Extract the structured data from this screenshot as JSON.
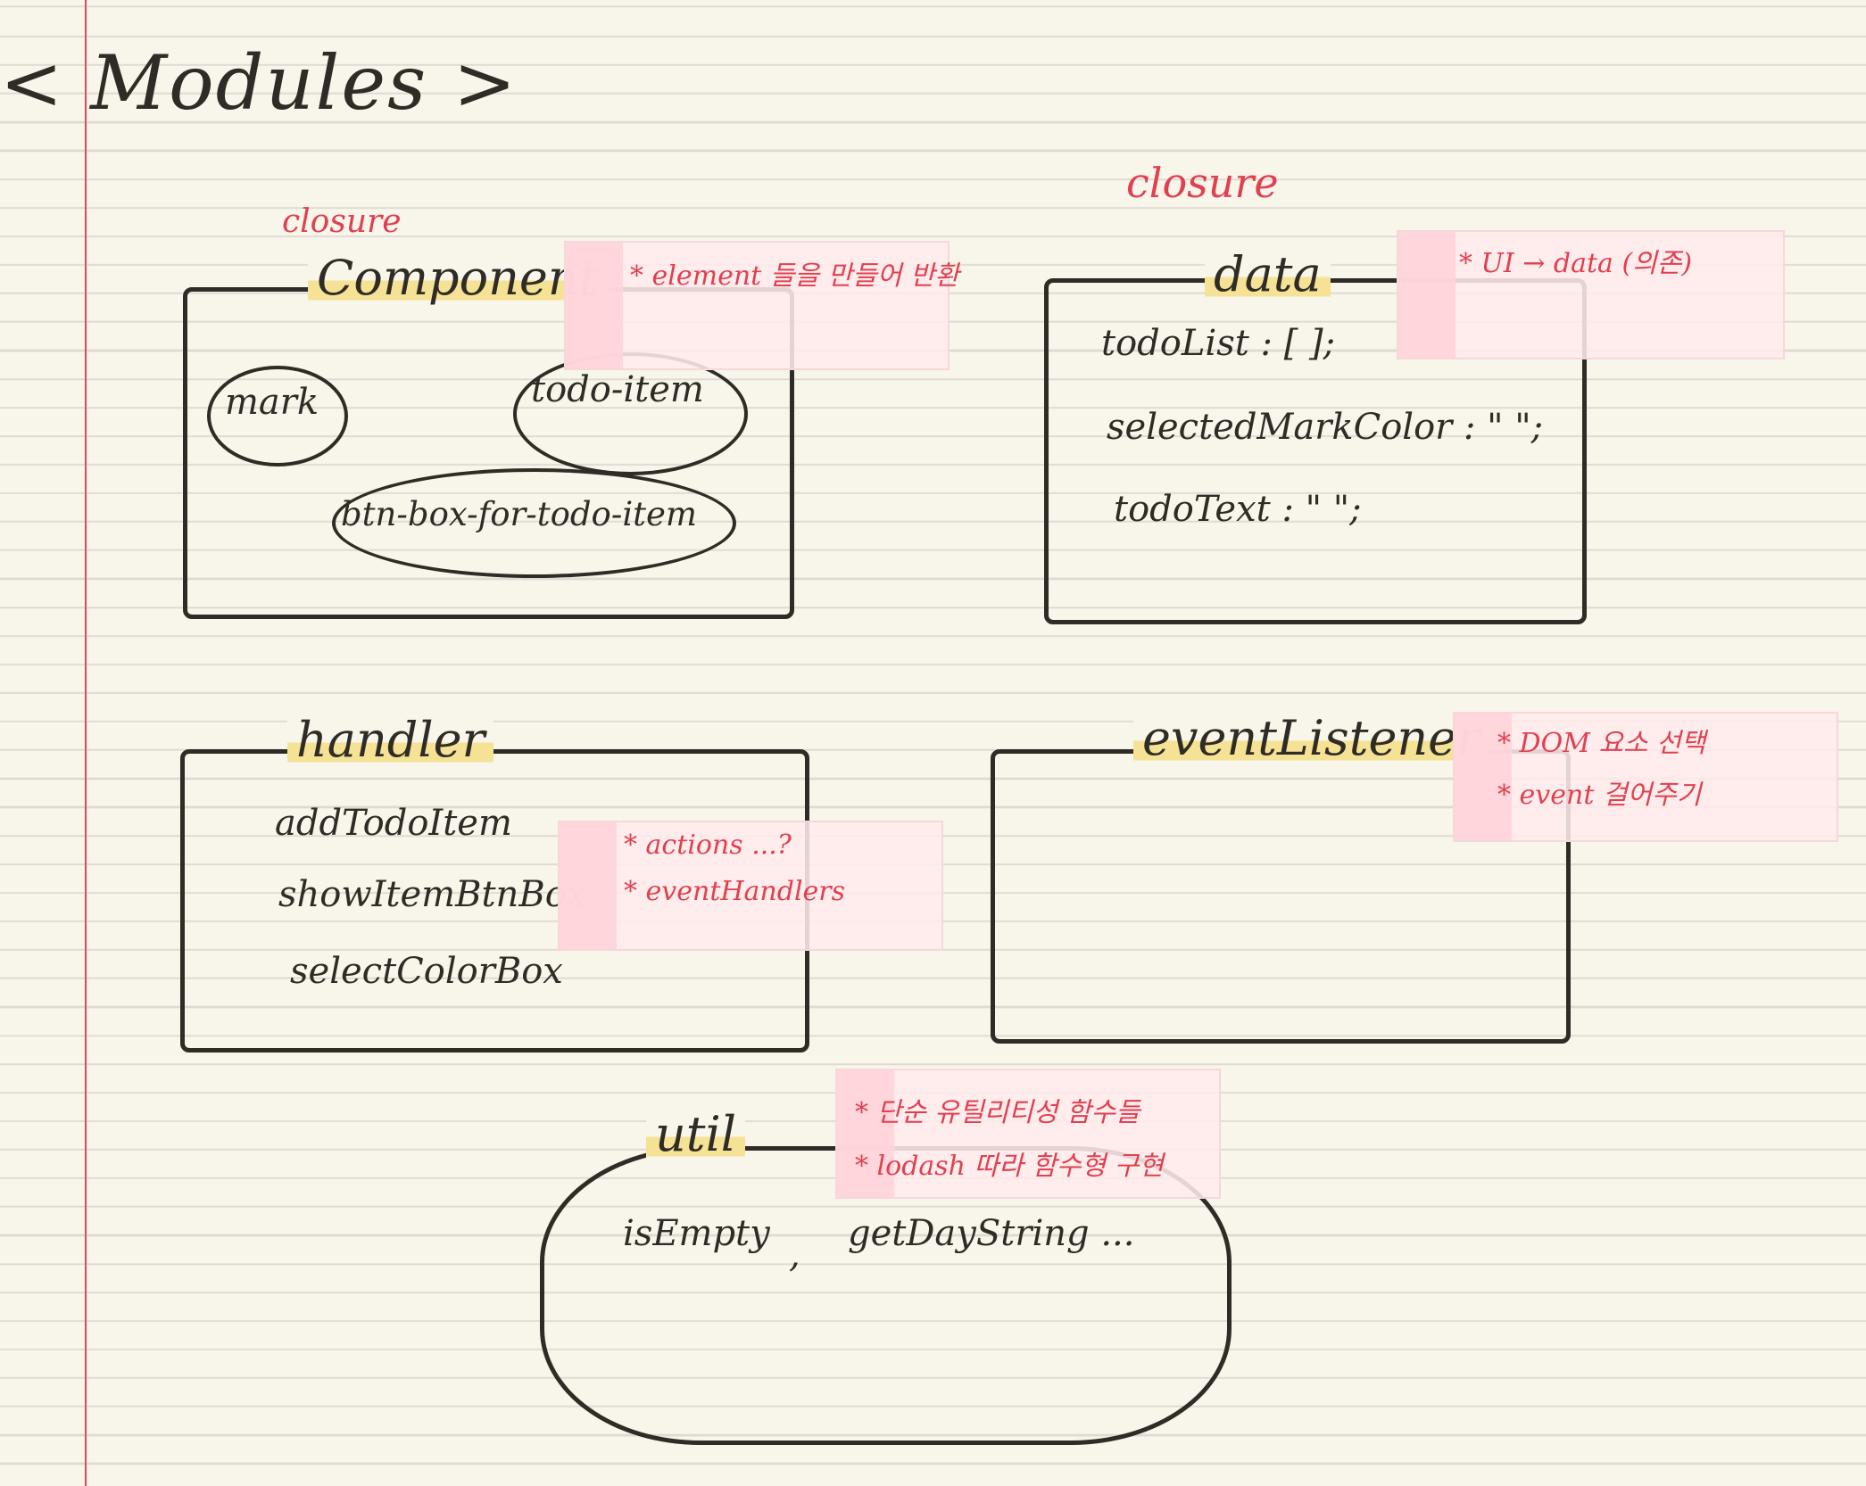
{
  "page": {
    "title": "< Modules >"
  },
  "component": {
    "closure_label": "closure",
    "title": "Component",
    "note": "* element 들을 만들어 반환",
    "items": [
      "mark",
      "todo-item",
      "btn-box-for-todo-item"
    ]
  },
  "data": {
    "closure_label": "closure",
    "title": "data",
    "note": "* UI → data (의존)",
    "fields": [
      "todoList : [ ];",
      "selectedMarkColor : \" \";",
      "todoText : \" \";"
    ]
  },
  "handler": {
    "title": "handler",
    "items": [
      "addTodoItem",
      "showItemBtnBox",
      "selectColorBox"
    ],
    "notes": [
      "* actions ...?",
      "* eventHandlers"
    ]
  },
  "eventListener": {
    "title": "eventListener",
    "notes": [
      "* DOM 요소 선택",
      "* event 걸어주기"
    ]
  },
  "util": {
    "title": "util",
    "notes": [
      "* 단순 유틸리티성 함수들",
      "* lodash 따라 함수형 구현"
    ],
    "items": [
      "isEmpty",
      ",",
      "getDayString ..."
    ]
  },
  "colors": {
    "ink": "#2f2c27",
    "annotation_red": "#e04050",
    "highlighter": "#f4dc78",
    "margin_line": "#e0485e",
    "paper": "#f8f5ea",
    "sticky_note": "#ffeaec"
  }
}
